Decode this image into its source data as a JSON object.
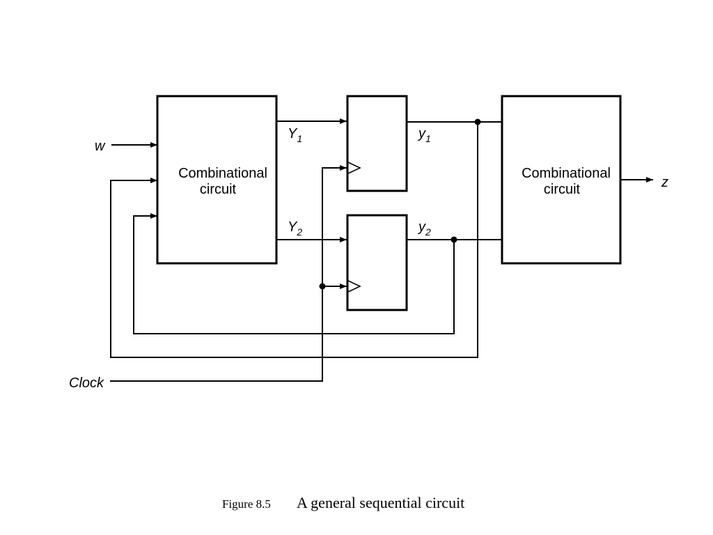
{
  "blocks": {
    "left": {
      "line1": "Combinational",
      "line2": "circuit"
    },
    "right": {
      "line1": "Combinational",
      "line2": "circuit"
    }
  },
  "signals": {
    "input_w": "w",
    "output_z": "z",
    "clock": "Clock",
    "Y1": {
      "base": "Y",
      "sub": "1"
    },
    "Y2": {
      "base": "Y",
      "sub": "2"
    },
    "y1": {
      "base": "y",
      "sub": "1"
    },
    "y2": {
      "base": "y",
      "sub": "2"
    }
  },
  "caption": {
    "number": "Figure 8.5",
    "text": "A general sequential circuit"
  }
}
